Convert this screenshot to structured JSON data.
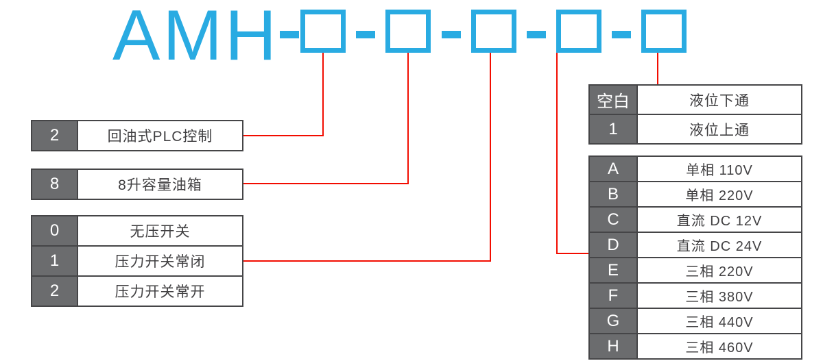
{
  "diagram": {
    "model_prefix": "AMH",
    "separator": "-",
    "placeholder_box_count": 5
  },
  "colors": {
    "accent_blue": "#29ABE2",
    "connector_red": "#F20C00",
    "code_cell_gray": "#6B6C6E",
    "table_border": "#454547",
    "label_text": "#414042"
  },
  "tables": {
    "plc_control": {
      "rows": [
        {
          "code": "2",
          "label": "回油式PLC控制"
        }
      ]
    },
    "tank": {
      "rows": [
        {
          "code": "8",
          "label": "8升容量油箱"
        }
      ]
    },
    "pressure_switch": {
      "rows": [
        {
          "code": "0",
          "label": "无压开关"
        },
        {
          "code": "1",
          "label": "压力开关常闭"
        },
        {
          "code": "2",
          "label": "压力开关常开"
        }
      ]
    },
    "liquid_level": {
      "rows": [
        {
          "code": "空白",
          "label": "液位下通"
        },
        {
          "code": "1",
          "label": "液位上通"
        }
      ]
    },
    "voltage": {
      "rows": [
        {
          "code": "A",
          "label": "单相 110V"
        },
        {
          "code": "B",
          "label": "单相 220V"
        },
        {
          "code": "C",
          "label": "直流 DC 12V"
        },
        {
          "code": "D",
          "label": "直流 DC 24V"
        },
        {
          "code": "E",
          "label": "三相 220V"
        },
        {
          "code": "F",
          "label": "三相 380V"
        },
        {
          "code": "G",
          "label": "三相 440V"
        },
        {
          "code": "H",
          "label": "三相 460V"
        }
      ]
    }
  }
}
